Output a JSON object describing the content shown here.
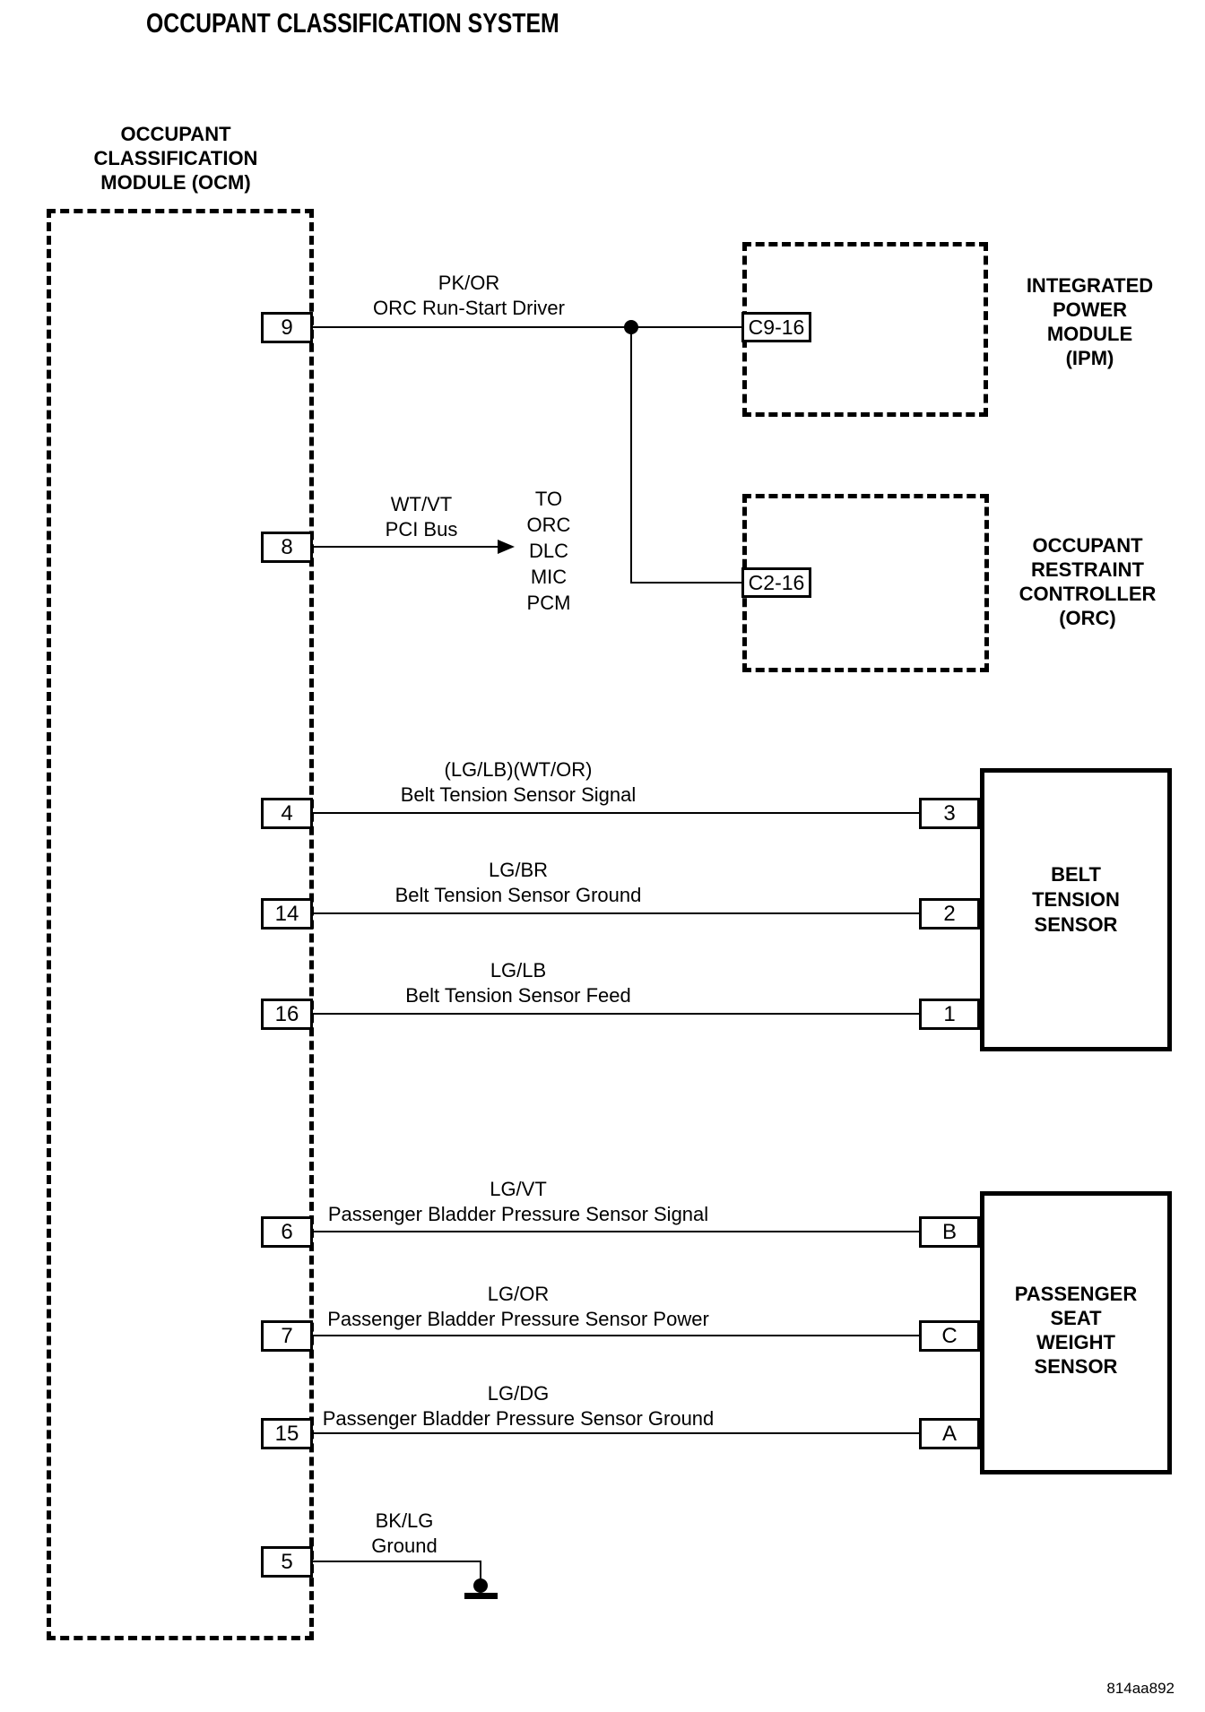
{
  "title": "OCCUPANT CLASSIFICATION SYSTEM",
  "diagram_code": "814aa892",
  "ocm": {
    "label": [
      "OCCUPANT",
      "CLASSIFICATION",
      "MODULE (OCM)"
    ],
    "pins": [
      "9",
      "8",
      "4",
      "14",
      "16",
      "6",
      "7",
      "15",
      "5"
    ]
  },
  "ipm": {
    "label": [
      "INTEGRATED",
      "POWER",
      "MODULE",
      "(IPM)"
    ],
    "connector": "C9-16"
  },
  "orc": {
    "label": [
      "OCCUPANT",
      "RESTRAINT",
      "CONTROLLER",
      "(ORC)"
    ],
    "connector": "C2-16"
  },
  "belt_tension_sensor": {
    "label": [
      "BELT",
      "TENSION",
      "SENSOR"
    ],
    "pins": [
      "3",
      "2",
      "1"
    ]
  },
  "passenger_seat_weight_sensor": {
    "label": [
      "PASSENGER",
      "SEAT",
      "WEIGHT",
      "SENSOR"
    ],
    "pins": [
      "B",
      "C",
      "A"
    ]
  },
  "wires": [
    {
      "color": "PK/OR",
      "name": "ORC Run-Start Driver"
    },
    {
      "color": "WT/VT",
      "name": "PCI Bus"
    },
    {
      "color": "(LG/LB)(WT/OR)",
      "name": "Belt Tension Sensor Signal"
    },
    {
      "color": "LG/BR",
      "name": "Belt Tension Sensor Ground"
    },
    {
      "color": "LG/LB",
      "name": "Belt Tension Sensor Feed"
    },
    {
      "color": "LG/VT",
      "name": "Passenger Bladder Pressure Sensor Signal"
    },
    {
      "color": "LG/OR",
      "name": "Passenger Bladder Pressure Sensor Power"
    },
    {
      "color": "LG/DG",
      "name": "Passenger Bladder Pressure Sensor Ground"
    },
    {
      "color": "BK/LG",
      "name": "Ground"
    }
  ],
  "pci_bus_destinations": [
    "TO",
    "ORC",
    "DLC",
    "MIC",
    "PCM"
  ]
}
